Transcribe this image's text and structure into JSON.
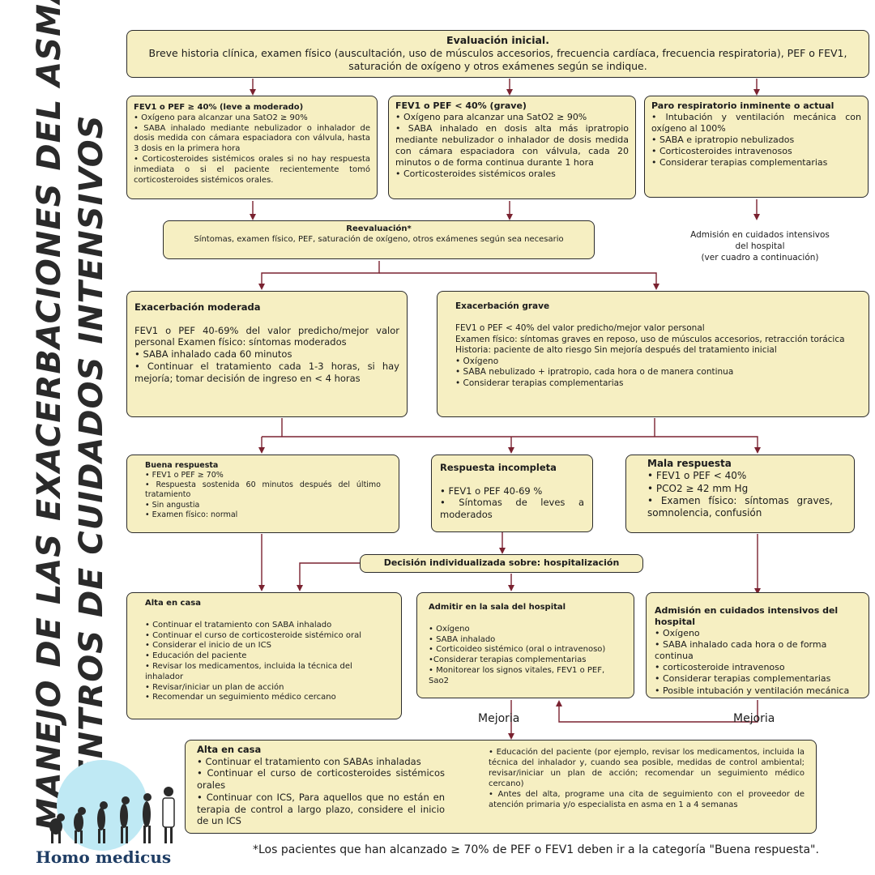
{
  "page": {
    "vertical_title_line1": "MANEJO DE LAS EXACERBACIONES DEL ASMA EN",
    "vertical_title_line2": "CENTROS DE CUIDADOS INTENSIVOS",
    "brand": "Homo medicus",
    "footnote": "*Los pacientes que han alcanzado ≥ 70% de PEF o FEV1 deben ir a la categoría \"Buena respuesta\"."
  },
  "colors": {
    "box_fill": "#f6efc2",
    "arrow": "#7a2230",
    "logo_circle": "#bfe9f4",
    "brand": "#1f3d64"
  },
  "evaluation": {
    "title": "Evaluación inicial.",
    "text": "Breve historia clínica, examen físico (auscultación, uso de músculos accesorios, frecuencia cardíaca, frecuencia respiratoria), PEF o FEV1, saturación de oxígeno y otros exámenes según se indique."
  },
  "mild": {
    "title": "FEV1 o PEF ≥ 40% (leve a moderado)",
    "items": [
      "• Oxígeno para alcanzar una SatO2 ≥ 90%",
      "• SABA inhalado mediante nebulizador o inhalador de dosis medida con cámara espaciadora con válvula, hasta 3 dosis en la primera hora",
      "• Corticosteroides sistémicos orales si no hay respuesta inmediata o si el paciente recientemente tomó corticosteroides sistémicos orales."
    ]
  },
  "severe": {
    "title": "FEV1 o PEF < 40% (grave)",
    "items": [
      "• Oxígeno para alcanzar una SatO2 ≥ 90%",
      "• SABA inhalado en dosis alta más ipratropio mediante nebulizador o inhalador de dosis medida con cámara espaciadora con válvula, cada 20 minutos o de forma continua durante 1 hora",
      "• Corticosteroides sistémicos orales"
    ]
  },
  "arrest": {
    "title": "Paro respiratorio inminente o actual",
    "items": [
      "• Intubación y ventilación mecánica con oxígeno al 100%",
      "• SABA e ipratropio nebulizados",
      "• Corticosteroides intravenosos",
      "• Considerar terapias complementarias"
    ]
  },
  "icu_note": {
    "line1": "Admisión en cuidados intensivos",
    "line2": "del hospital",
    "line3": "(ver cuadro a continuación)"
  },
  "reeval": {
    "title": "Reevaluación*",
    "text": "Síntomas, examen físico, PEF, saturación de oxígeno, otros exámenes según sea necesario"
  },
  "moderate_exac": {
    "title": "Exacerbación moderada",
    "line1": "FEV1 o PEF 40-69% del valor predicho/mejor valor personal Examen físico: síntomas moderados",
    "line2": "• SABA inhalado cada 60 minutos",
    "line3": "• Continuar el tratamiento cada 1-3 horas, si hay mejoría; tomar decisión de ingreso en < 4 horas"
  },
  "severe_exac": {
    "title": "Exacerbación grave",
    "items": [
      "FEV1 o PEF < 40% del valor predicho/mejor valor personal",
      "Examen físico: síntomas graves en reposo, uso de músculos accesorios, retracción torácica",
      "Historia: paciente de alto riesgo Sin mejoría después del tratamiento inicial",
      "• Oxígeno",
      "• SABA nebulizado + ipratropio, cada hora o de manera continua",
      "• Considerar terapias complementarias"
    ]
  },
  "good": {
    "title": "Buena respuesta",
    "items": [
      "• FEV1 o PEF ≥ 70%",
      "• Respuesta sostenida 60 minutos después del último tratamiento",
      "• Sin angustia",
      "• Examen físico: normal"
    ]
  },
  "incomplete": {
    "title": "Respuesta incompleta",
    "items": [
      "• FEV1 o PEF 40-69 %",
      "• Síntomas de leves a moderados"
    ]
  },
  "poor": {
    "title": "Mala respuesta",
    "items": [
      "• FEV1 o PEF < 40%",
      "• PCO2 ≥ 42 mm Hg",
      "• Examen físico: síntomas graves, somnolencia, confusión"
    ]
  },
  "decision": {
    "text": "Decisión individualizada sobre: hospitalización"
  },
  "home1": {
    "title": "Alta en casa",
    "items": [
      "• Continuar el tratamiento con SABA inhalado",
      "• Continuar el curso de corticosteroide sistémico oral",
      "• Considerar el inicio de un ICS",
      "• Educación del paciente",
      "• Revisar los medicamentos, incluida la técnica del inhalador",
      "• Revisar/iniciar un plan de acción",
      "• Recomendar un seguimiento médico cercano"
    ]
  },
  "ward": {
    "title": "Admitir en la sala del hospital",
    "items": [
      "• Oxígeno",
      "• SABA inhalado",
      "• Corticoideo sistémico (oral o intravenoso)",
      "•Considerar terapias complementarias",
      " • Monitorear los signos vitales, FEV1 o PEF, Sao2"
    ]
  },
  "icu": {
    "title": "Admisión en cuidados intensivos del hospital",
    "items": [
      "• Oxígeno",
      "• SABA inhalado cada hora o de forma continua",
      "• corticosteroide intravenoso",
      "• Considerar terapias complementarias",
      "• Posible intubación y ventilación mecánica"
    ]
  },
  "mejoria_left": "Mejoria",
  "mejoria_right": "Mejoria",
  "home2": {
    "title": "Alta en casa",
    "left_items": [
      "• Continuar el tratamiento con SABAs inhaladas",
      "• Continuar el curso de corticosteroides sistémicos orales",
      "• Continuar con ICS, Para aquellos que no están en terapia de control a largo plazo, considere el inicio de un ICS"
    ],
    "right_items": [
      "• Educación del paciente (por ejemplo, revisar los medicamentos, incluida la técnica del inhalador y, cuando sea posible, medidas de control ambiental; revisar/iniciar un plan de acción; recomendar un seguimiento médico cercano)",
      "• Antes del alta, programe una cita de seguimiento con el proveedor de atención primaria y/o especialista en asma en 1 a 4 semanas"
    ]
  }
}
